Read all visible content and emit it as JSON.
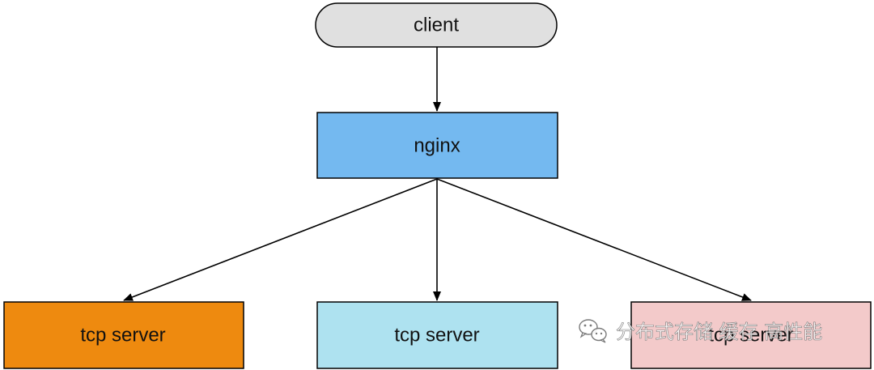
{
  "diagram": {
    "nodes": {
      "client": {
        "label": "client",
        "fill": "#e0e0e0",
        "shape": "rounded"
      },
      "nginx": {
        "label": "nginx",
        "fill": "#74b9f0"
      },
      "server_left": {
        "label": "tcp server",
        "fill": "#ee8a0f"
      },
      "server_middle": {
        "label": "tcp server",
        "fill": "#aee2f0"
      },
      "server_right": {
        "label": "tcp server",
        "fill": "#f3caca"
      }
    },
    "edges": [
      {
        "from": "client",
        "to": "nginx"
      },
      {
        "from": "nginx",
        "to": "server_left"
      },
      {
        "from": "nginx",
        "to": "server_middle"
      },
      {
        "from": "nginx",
        "to": "server_right"
      }
    ]
  },
  "watermark": {
    "icon": "wechat-icon",
    "text": "分布式存储 缓存 高性能"
  }
}
